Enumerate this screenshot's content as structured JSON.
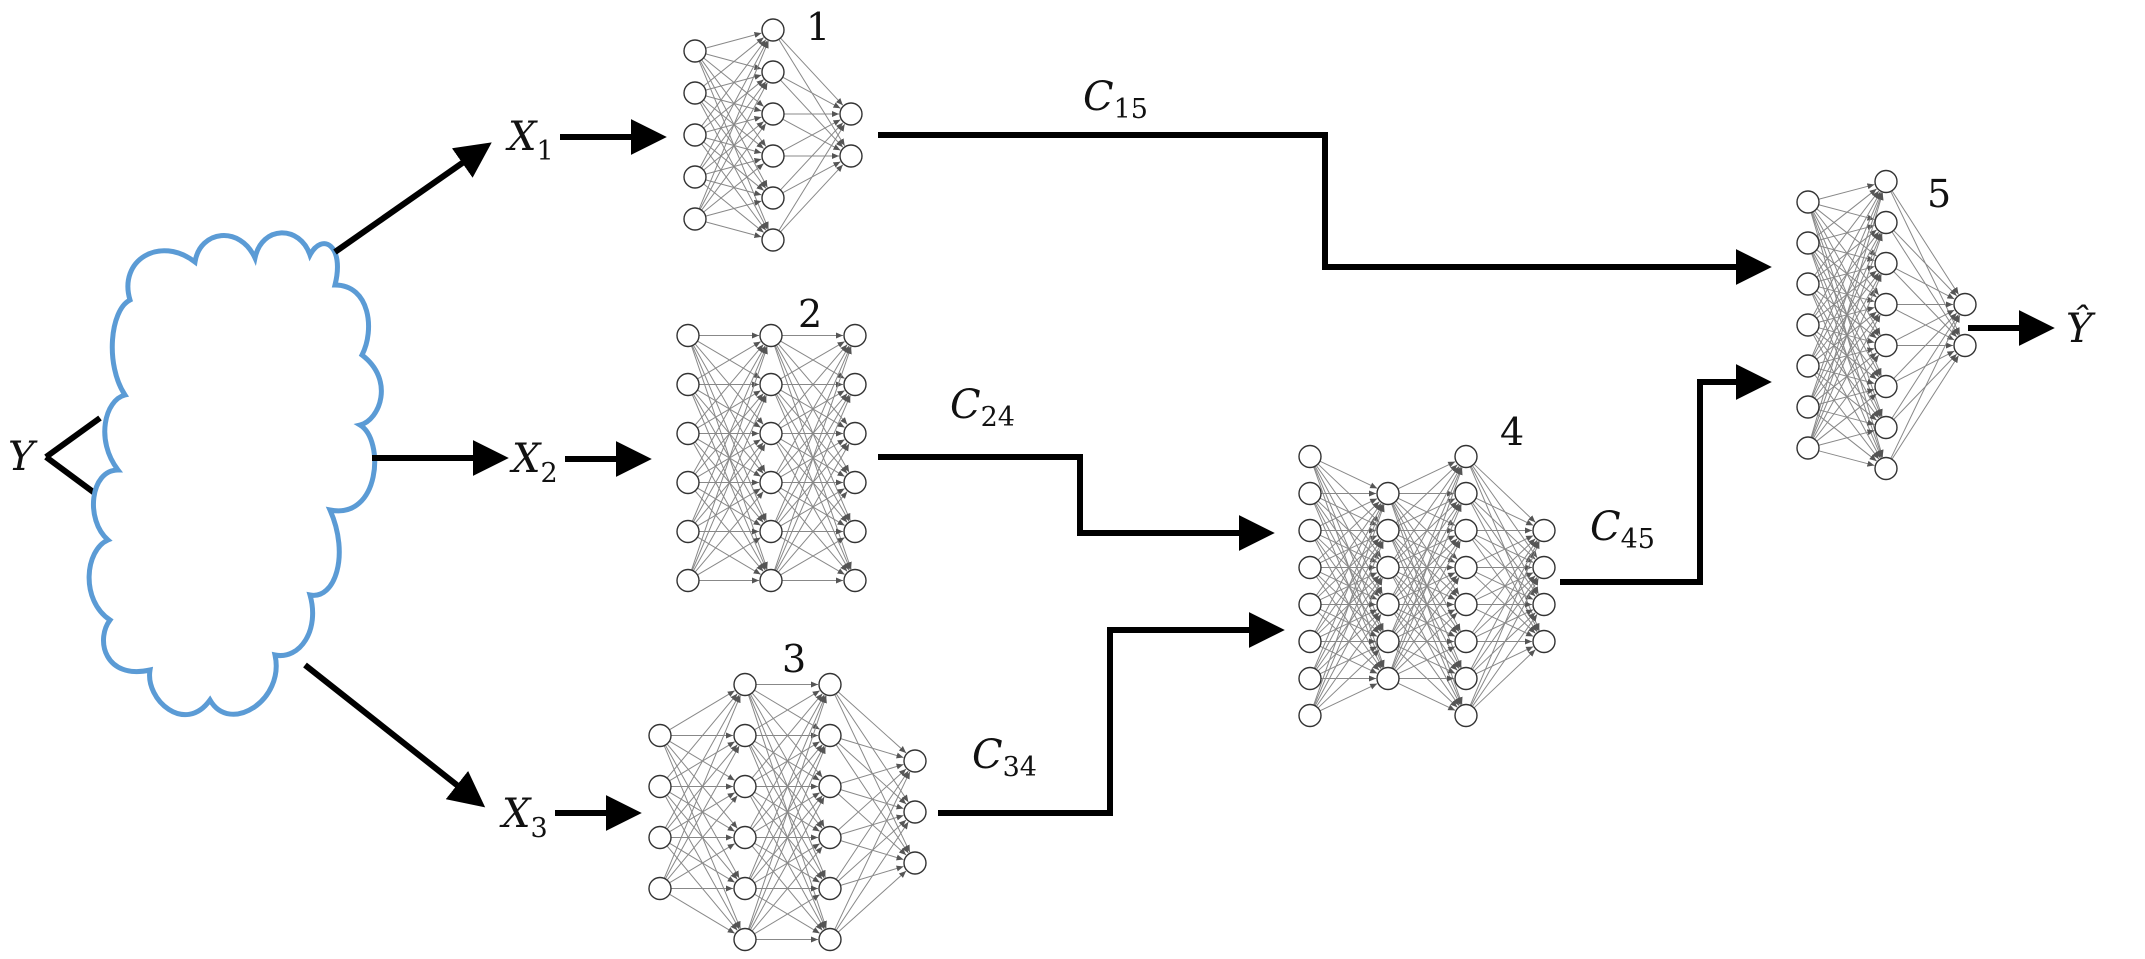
{
  "input_symbol": {
    "base": "Y",
    "sub": ""
  },
  "output_symbol": {
    "base": "Ŷ",
    "sub": ""
  },
  "views": [
    {
      "base": "X",
      "sub": "1"
    },
    {
      "base": "X",
      "sub": "2"
    },
    {
      "base": "X",
      "sub": "3"
    }
  ],
  "networks": [
    {
      "label": "1",
      "layers": [
        5,
        6,
        2
      ]
    },
    {
      "label": "2",
      "layers": [
        6,
        6,
        6
      ]
    },
    {
      "label": "3",
      "layers": [
        4,
        6,
        6,
        3
      ]
    },
    {
      "label": "4",
      "layers": [
        8,
        6,
        8,
        4
      ]
    },
    {
      "label": "5",
      "layers": [
        7,
        8,
        2
      ]
    }
  ],
  "connections": [
    {
      "base": "C",
      "sub": "15"
    },
    {
      "base": "C",
      "sub": "24"
    },
    {
      "base": "C",
      "sub": "34"
    },
    {
      "base": "C",
      "sub": "45"
    }
  ],
  "colors": {
    "cloud": "#5b9bd5",
    "arrow": "#000000",
    "node_edge": "#888888"
  }
}
